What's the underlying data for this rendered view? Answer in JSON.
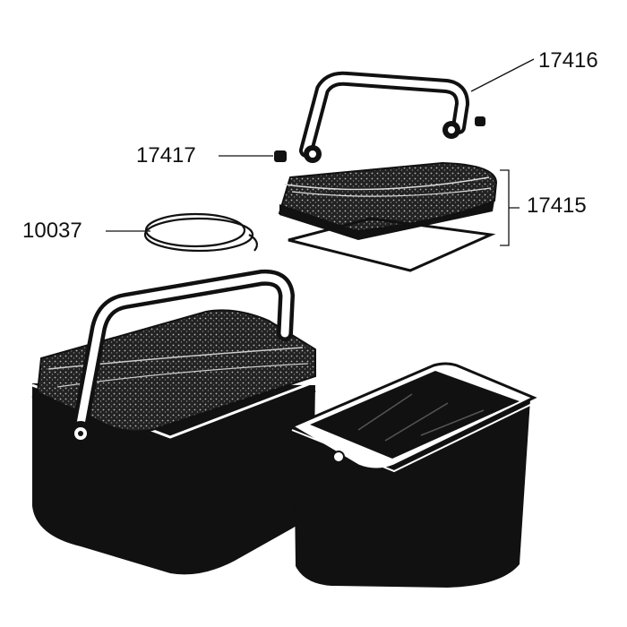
{
  "labels": {
    "handle": "17416",
    "handle_cap": "17417",
    "lid_assembly": "17415",
    "seal_cord": "10037"
  },
  "colors": {
    "ink": "#111111",
    "paper": "#ffffff",
    "texture": "#5a5a5a"
  }
}
